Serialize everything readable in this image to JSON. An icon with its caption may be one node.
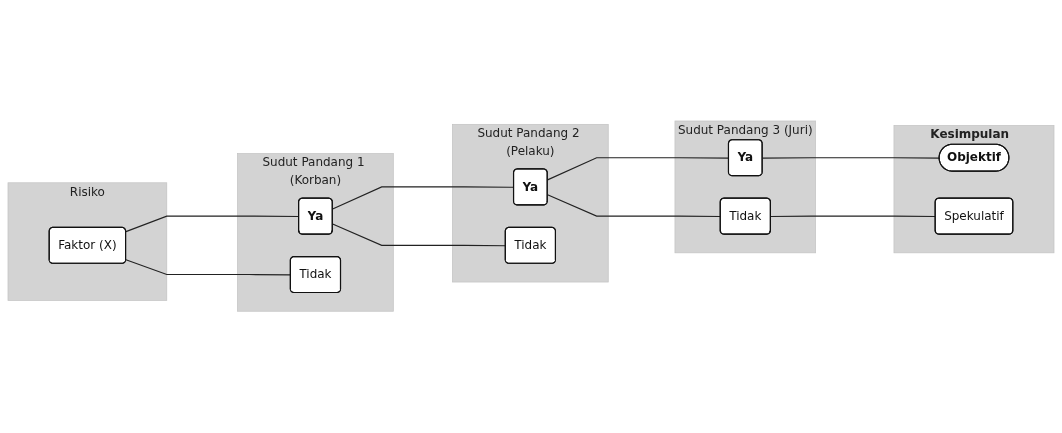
{
  "diagram": {
    "nodes": [
      {
        "text": [
          "Risiko"
        ]
      },
      {
        "text": [
          "Faktor (X)"
        ],
        "in": 0
      },
      {
        "text": [
          "Sudut Pandang 1 (Korban)"
        ]
      },
      {
        "text": [
          "Ya"
        ],
        "in": 2
      },
      {
        "text": [
          "Tidak"
        ],
        "in": 2
      },
      {
        "text": [
          "Sudut Pandang 2 (Pelaku)"
        ]
      },
      {
        "text": [
          "Ya"
        ],
        "in": 5
      },
      {
        "text": [
          "Tidak"
        ],
        "in": 5
      },
      {
        "text": [
          "Sudut Pandang 3 (Juri)"
        ]
      },
      {
        "text": [
          "Ya"
        ],
        "in": 8
      },
      {
        "text": [
          "Tidak"
        ],
        "in": 8
      },
      {
        "text": [
          "Kesimpulan"
        ]
      },
      {
        "text": [
          "Objektif"
        ],
        "in": 11
      },
      {
        "text": [
          "Spekulatif"
        ],
        "in": 11
      }
    ],
    "edges": [
      {
        "from": 1,
        "to": 3,
        "arrow": "none"
      },
      {
        "from": 1,
        "to": 4,
        "arrow": "none"
      },
      {
        "from": 3,
        "to": 6,
        "arrow": "none"
      },
      {
        "from": 3,
        "to": 7,
        "arrow": "none"
      },
      {
        "from": 6,
        "to": 9,
        "arrow": "none"
      },
      {
        "from": 6,
        "to": 10,
        "arrow": "none"
      },
      {
        "from": 9,
        "to": 12,
        "arrow": "none"
      },
      {
        "from": 10,
        "to": 13,
        "arrow": "none"
      }
    ]
  }
}
